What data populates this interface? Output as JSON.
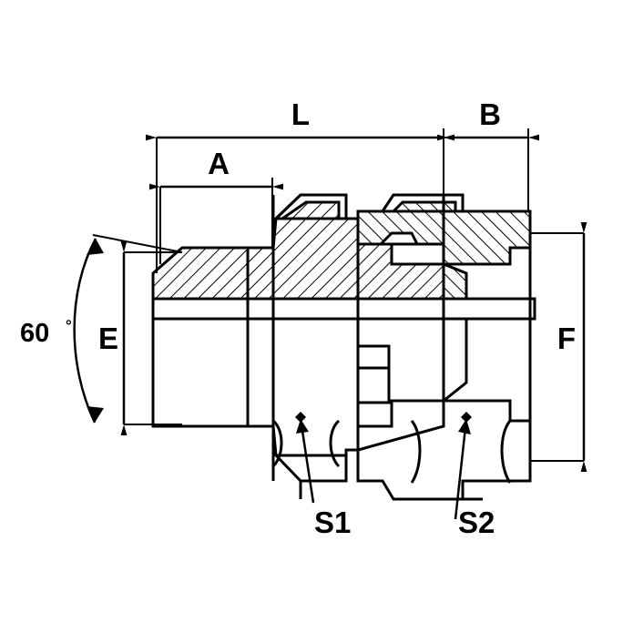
{
  "diagram": {
    "title": "Hydraulic adapter fitting cross-section drawing",
    "background_color": "#ffffff",
    "line_color": "#000000",
    "hatch_color": "#000000",
    "labels": {
      "length_overall": "L",
      "length_b": "B",
      "length_a": "A",
      "height_e": "E",
      "height_f": "F",
      "hex_s1": "S1",
      "hex_s2": "S2",
      "angle_value": "60",
      "angle_unit": "°"
    }
  }
}
